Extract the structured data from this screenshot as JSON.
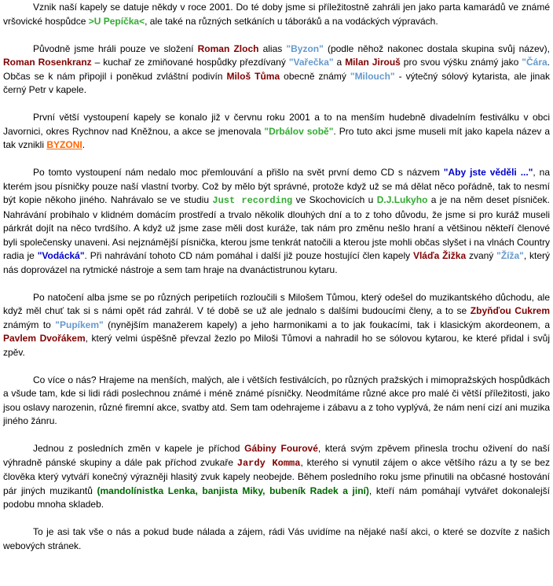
{
  "paragraphs": [
    {
      "segments": [
        {
          "text": "Vznik naší kapely se datuje někdy v roce 2001. Do té doby jsme si příležitostně zahráli jen jako parta kamarádů ve známé vršovické hospůdce "
        },
        {
          "text": ">U Pepíčka<",
          "color": "green"
        },
        {
          "text": ", ale také na různých setkáních u táboráků a na vodáckých výpravách."
        }
      ]
    },
    {
      "segments": [
        {
          "text": "Původně jsme hráli pouze ve složení "
        },
        {
          "text": "Roman Zloch",
          "color": "red"
        },
        {
          "text": " alias "
        },
        {
          "text": "\"Byzon\"",
          "color": "lightblue"
        },
        {
          "text": " (podle něhož nakonec dostala skupina svůj název), "
        },
        {
          "text": "Roman Rosenkranz",
          "color": "red"
        },
        {
          "text": " – kuchař ze zmiňované hospůdky přezdívaný "
        },
        {
          "text": "\"Vařečka\"",
          "color": "lightblue"
        },
        {
          "text": " a "
        },
        {
          "text": "Milan Jirouš",
          "color": "red"
        },
        {
          "text": " pro svou výšku známý jako "
        },
        {
          "text": "\"Čára",
          "color": "lightblue"
        },
        {
          "text": ". Občas se k nám připojil i poněkud zvláštní podivín "
        },
        {
          "text": "Miloš Tůma",
          "color": "red"
        },
        {
          "text": " obecně známý "
        },
        {
          "text": "\"Milouch\"",
          "color": "lightblue"
        },
        {
          "text": "  - výtečný sólový kytarista, ale jinak černý Petr v kapele."
        }
      ]
    },
    {
      "segments": [
        {
          "text": "První větší vystoupení kapely se konalo již v červnu roku 2001 a to na menším hudebně divadelním festiválku v obci Javornici, okres Rychnov nad Kněžnou, a akce se jmenovala "
        },
        {
          "text": "\"Drbálov sobě\"",
          "color": "green"
        },
        {
          "text": ". Pro tuto akci jsme museli mít jako kapela název a tak vznikli "
        },
        {
          "text": "BYZONI",
          "color": "orange",
          "style": "underline"
        },
        {
          "text": "."
        }
      ]
    },
    {
      "segments": [
        {
          "text": "Po tomto vystoupení nám nedalo moc přemlouvání a přišlo na svět první demo CD s názvem "
        },
        {
          "text": "\"Aby jste věděli ...\"",
          "color": "blue"
        },
        {
          "text": ", na kterém jsou písničky pouze naší vlastní tvorby. Což by mělo být správné, protože když už se má dělat něco pořádně, tak to nesmí být kopie někoho jiného. Nahrávalo se ve studiu "
        },
        {
          "text": "Just recording",
          "color": "green",
          "style": "mono"
        },
        {
          "text": " ve Skochovicích u "
        },
        {
          "text": "D.J.Lukyho",
          "color": "green"
        },
        {
          "text": " a je na něm deset písniček. Nahrávání probíhalo v klidném domácím prostředí a trvalo několik dlouhých dní a to z toho důvodu, že jsme si pro kuráž museli párkrát dojít na něco tvrdšího. A když už jsme zase měli dost kuráže, tak nám pro změnu nešlo hraní a většinou někteří členové byli společensky unaveni. Asi nejznámější písnička, kterou jsme tenkrát natočili a kterou jste mohli občas slyšet i na vlnách Country radia je "
        },
        {
          "text": "\"Vodácká\"",
          "color": "blue"
        },
        {
          "text": ". Při nahrávání tohoto CD nám pomáhal i další již pouze hostující člen kapely "
        },
        {
          "text": "Vláďa Žižka",
          "color": "red"
        },
        {
          "text": " zvaný "
        },
        {
          "text": "\"Žíža\"",
          "color": "lightblue"
        },
        {
          "text": ", který nás doprovázel na rytmické nástroje a sem tam hraje na dvanáctistrunou kytaru."
        }
      ]
    },
    {
      "segments": [
        {
          "text": "Po natočení alba jsme se po různých peripetiích rozloučili s Milošem Tůmou, který odešel do muzikantského důchodu, ale když měl chuť tak si s námi opět rád zahrál. V té době se už ale jednalo s dalšími budoucími členy, a to se "
        },
        {
          "text": "Zbyňďou Cukrem",
          "color": "red"
        },
        {
          "text": " známým to "
        },
        {
          "text": "\"Pupíkem\"",
          "color": "lightblue"
        },
        {
          "text": " (nynějším manažerem kapely) a jeho harmonikami a to jak foukacími, tak i klasickým akordeonem, a "
        },
        {
          "text": "Pavlem Dvořákem",
          "color": "red"
        },
        {
          "text": ", který velmi úspěšně převzal žezlo po Miloši Tůmovi a nahradil ho se sólovou kytarou, ke které přidal i svůj zpěv."
        }
      ]
    },
    {
      "segments": [
        {
          "text": "Co více o nás? Hrajeme na menších, malých, ale  i větších festiválcích, po různých pražských i mimopražských hospůdkách a všude tam, kde si lidi rádi poslechnou známé i méně známé písničky. Neodmítáme různé akce pro malé či větší příležitosti, jako jsou oslavy narozenin, různé firemní akce, svatby atd. Sem tam odehrajeme i zábavu a z toho vyplývá, že nám není cizí ani muzika jiného žánru."
        }
      ]
    },
    {
      "segments": [
        {
          "text": "Jednou z posledních změn v kapele je příchod "
        },
        {
          "text": "Gábiny Fourové",
          "color": "red"
        },
        {
          "text": ", která svým zpěvem přinesla trochu oživení do naší výhradně pánské skupiny a dále pak příchod zvukaře "
        },
        {
          "text": "Jardy Komma",
          "color": "red",
          "style": "mono"
        },
        {
          "text": ", kterého si vynutil zájem o akce většího rázu a ty se bez člověka který vytváří konečný výrazněji hlasitý zvuk kapely neobejde. Během posledního roku jsme přinutili na občasné hostování pár jiných muzikantů "
        },
        {
          "text": "(mandolínistka Lenka, banjista Miky, bubeník Radek a jiní)",
          "color": "darkgreen"
        },
        {
          "text": ", kteří nám pomáhají vytvářet dokonalejší podobu mnoha skladeb."
        }
      ]
    },
    {
      "segments": [
        {
          "text": "To je asi tak vše o nás a pokud bude nálada a zájem, rádi Vás uvidíme na nějaké naší akci, o které se dozvíte z našich webových stránek."
        }
      ]
    }
  ],
  "colors": {
    "red": "#800000",
    "blue": "#0000cc",
    "lightblue": "#6699cc",
    "green": "#33aa33",
    "darkgreen": "#006600",
    "orange": "#ff6600",
    "text": "#000000",
    "background": "#ffffff"
  }
}
